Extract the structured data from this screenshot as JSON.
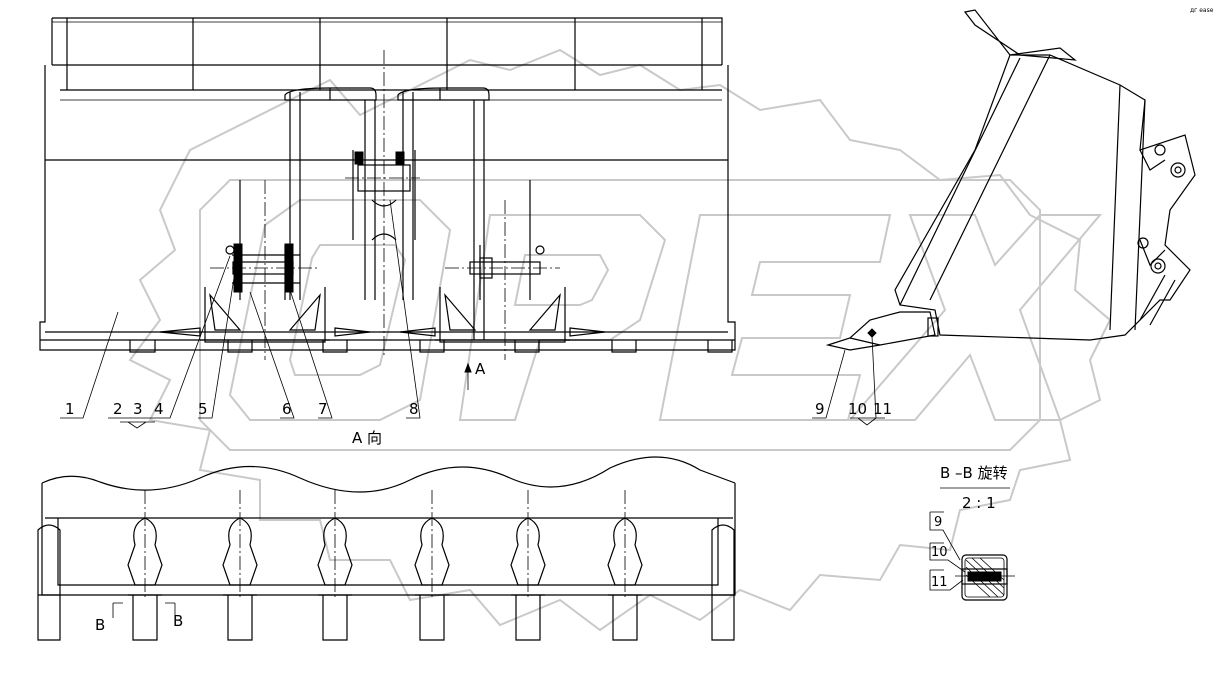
{
  "watermark": "OPEX",
  "corner_mark": "дг ease",
  "callouts": {
    "c1": "1",
    "c2": "2",
    "c3": "3",
    "c4": "4",
    "c5": "5",
    "c6": "6",
    "c7": "7",
    "c8": "8",
    "c9": "9",
    "c10": "10",
    "c11": "11"
  },
  "view_a": {
    "arrow_label": "A",
    "title": "A 向"
  },
  "section_b": {
    "title": "B –B 旋转",
    "scale": "2 : 1",
    "marker_left": "B",
    "marker_right": "B",
    "callouts": [
      "9",
      "10",
      "11"
    ]
  }
}
